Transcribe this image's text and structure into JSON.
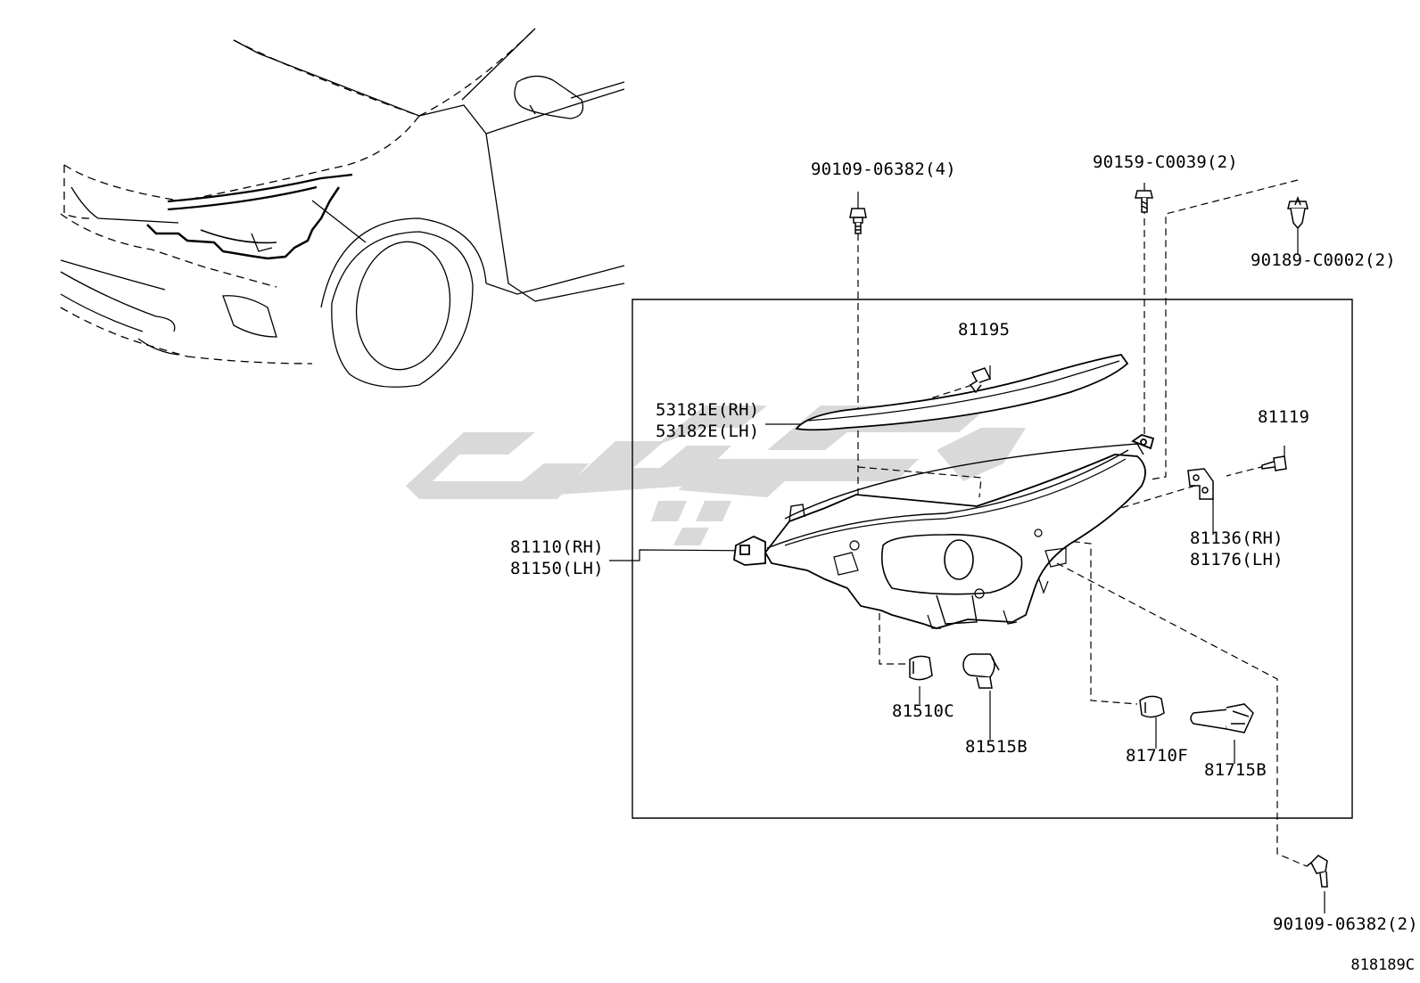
{
  "catalog_code": "818189C",
  "labels": {
    "bolt_top": "90109-06382(4)",
    "screw_top": "90159-C0039(2)",
    "clip": "90189-C0002(2)",
    "seal_part": "81195",
    "trim_rh": "53181E(RH)",
    "trim_lh": "53182E(LH)",
    "screw_side": "81119",
    "bracket_rh": "81136(RH)",
    "bracket_lh": "81176(LH)",
    "headlamp_rh": "81110(RH)",
    "headlamp_lh": "81150(LH)",
    "bulb_510": "81510C",
    "socket_515": "81515B",
    "bulb_710": "81710F",
    "bulb_715": "81715B",
    "bolt_bottom": "90109-06382(2)"
  },
  "colors": {
    "line": "#000000",
    "watermark": "#d6d6d6"
  }
}
